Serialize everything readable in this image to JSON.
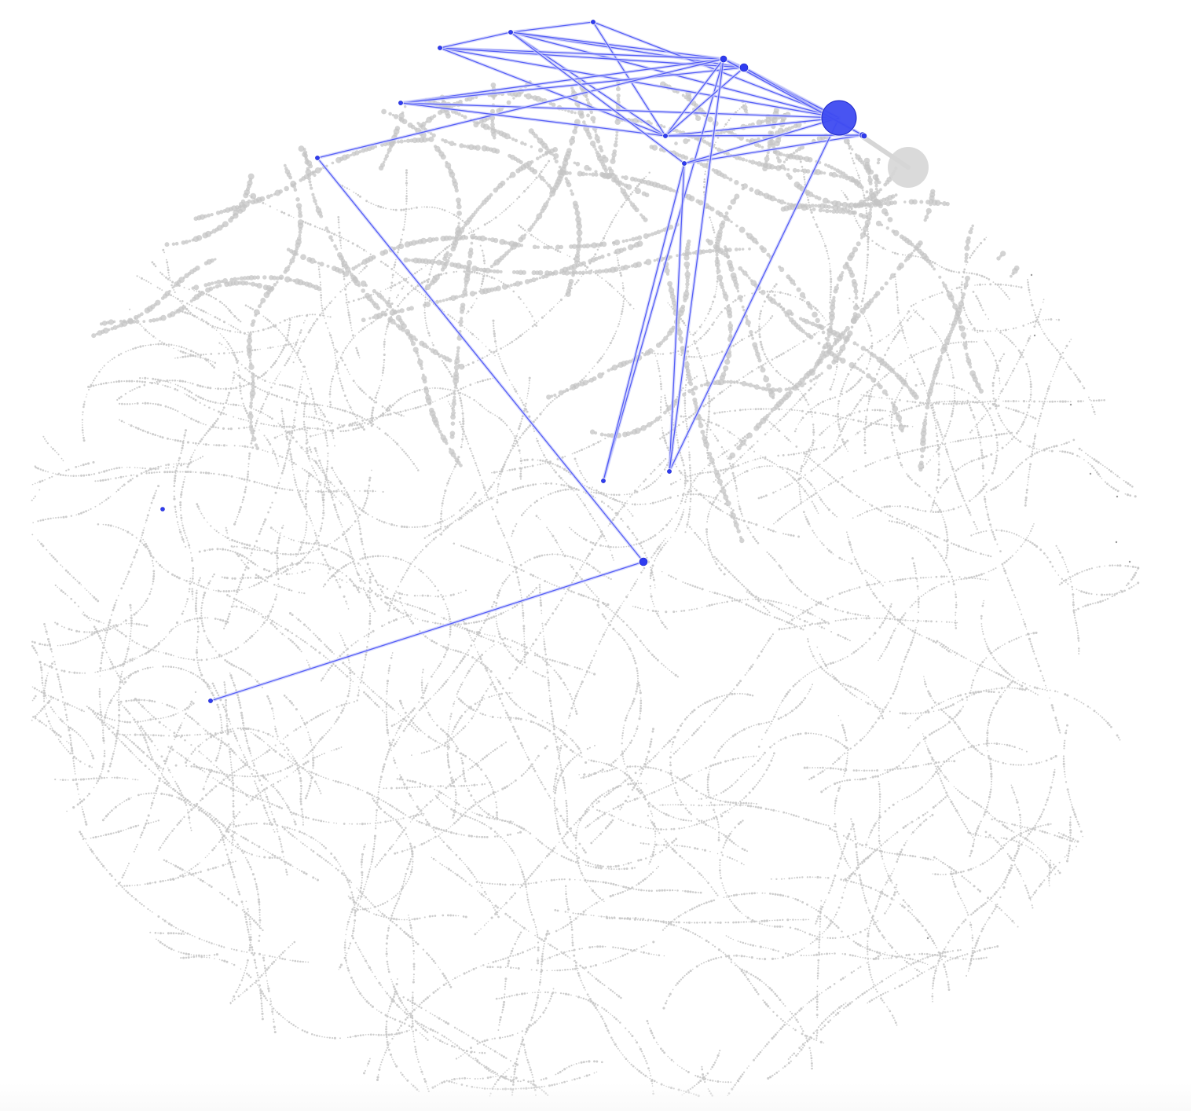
{
  "graph": {
    "type": "force-directed-network",
    "colors": {
      "background": "#ffffff",
      "highlight_node": "#2f3cf0",
      "highlight_edge": "#4650f5",
      "highlight_edge_halo": "#c9ccfb",
      "context_node": "#c4c4c4",
      "context_node_large": "#d6d6d6"
    },
    "highlighted": {
      "node_ids": [
        "hub",
        "n1",
        "n2",
        "n3",
        "n4",
        "n5",
        "n6",
        "n7",
        "n8",
        "n9",
        "n10",
        "n11",
        "n12",
        "n13",
        "n14",
        "n15",
        "n16"
      ],
      "edge_count": 36
    }
  }
}
